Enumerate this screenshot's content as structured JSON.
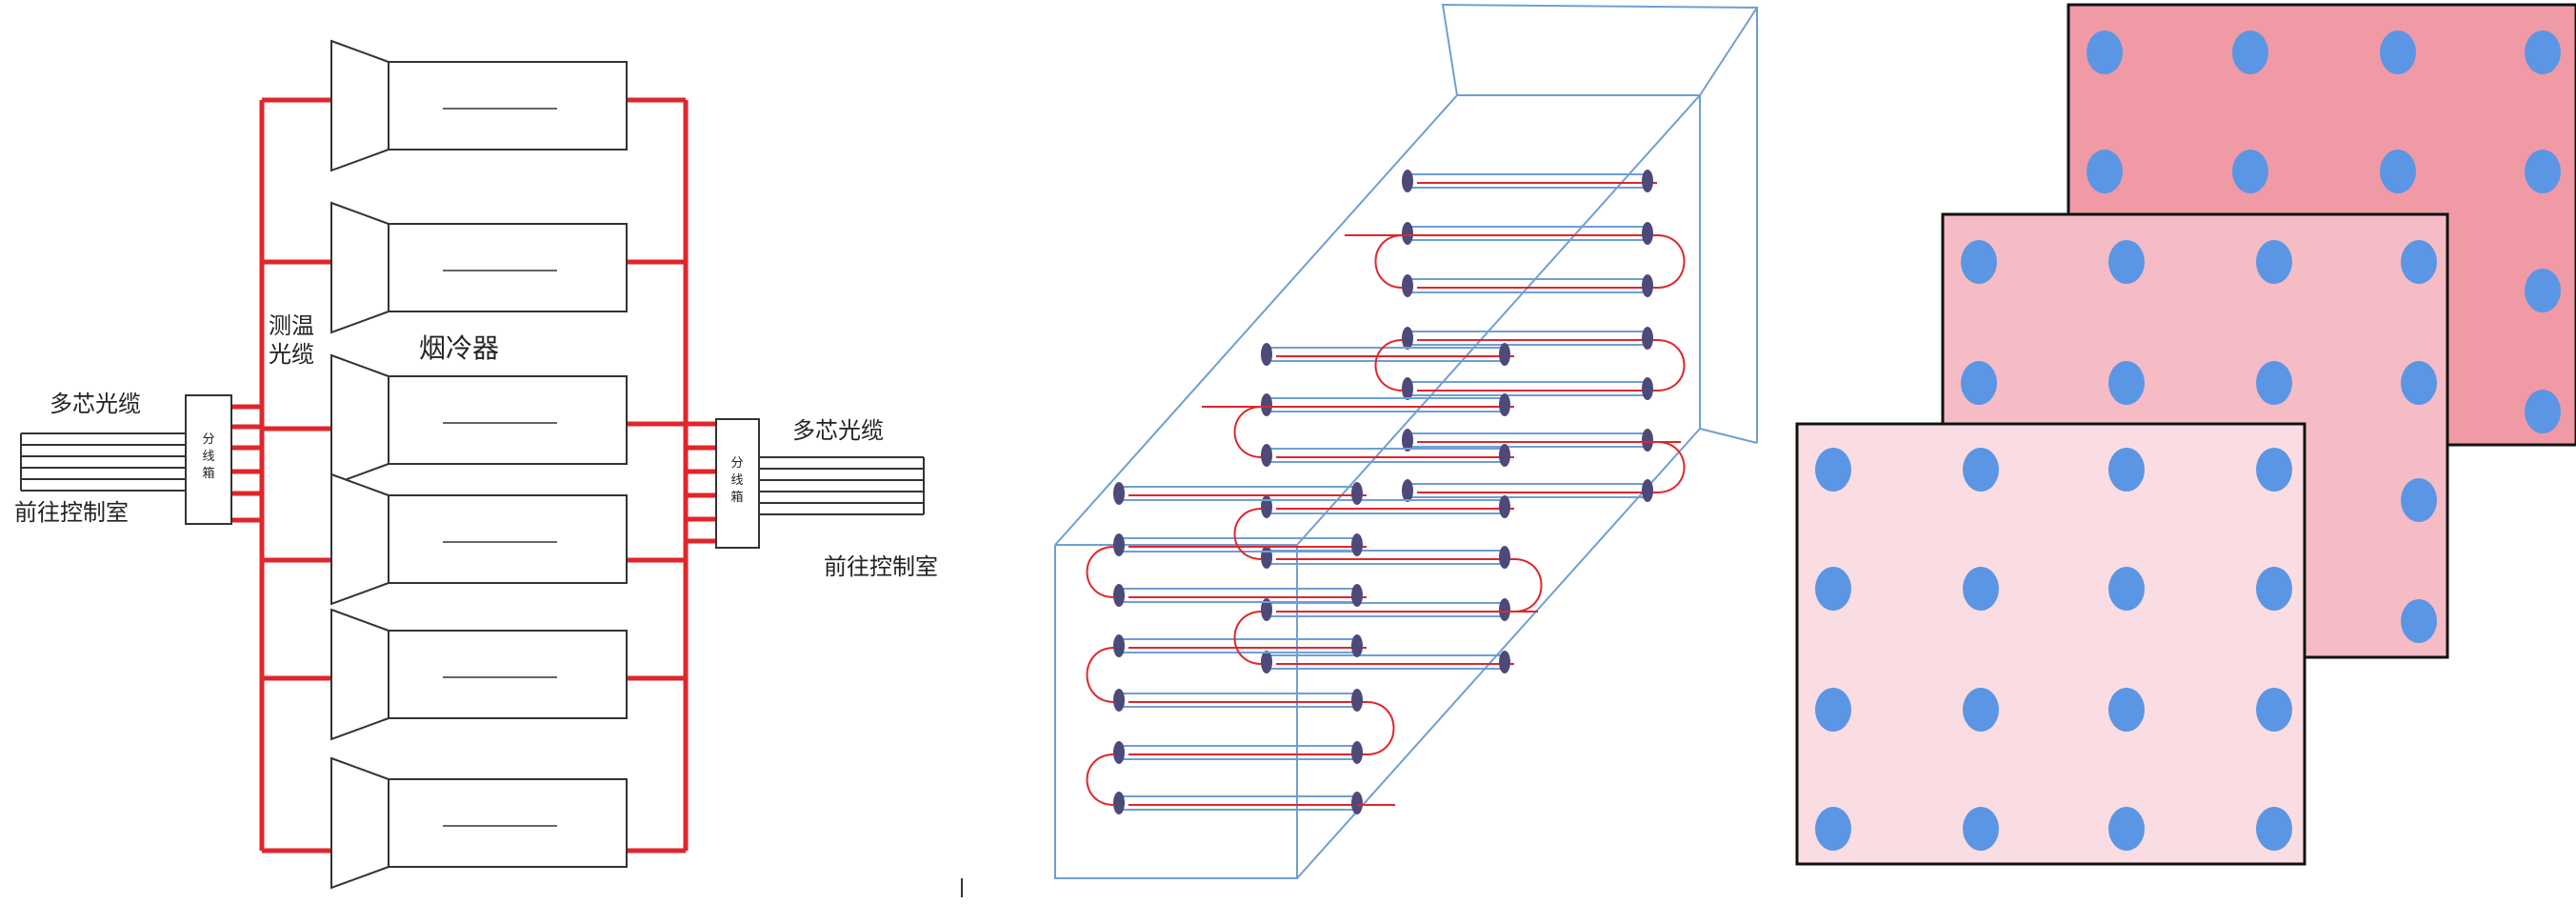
{
  "diagram": {
    "labels": {
      "multi_core_cable_left": "多芯光缆",
      "to_control_room_left": "前往控制室",
      "temp_cable_line1": "测温",
      "temp_cable_line2": "光缆",
      "flue_cooler": "烟冷器",
      "multi_core_cable_right": "多芯光缆",
      "to_control_room_right": "前往控制室",
      "junction_box_char1": "分",
      "junction_box_char2": "线",
      "junction_box_char3": "箱"
    },
    "colors": {
      "fiber_red": "#e0262b",
      "outline_dark": "#333333",
      "tube_blue": "#6f9fd3",
      "tube_end": "#4d4a7a",
      "plate_back": "#f09aa6",
      "plate_mid": "#f5bcc6",
      "plate_front": "#fadde2",
      "dot_blue": "#5b96e4"
    },
    "units": [
      "cooler-1",
      "cooler-2",
      "cooler-3",
      "cooler-4",
      "cooler-5",
      "cooler-6"
    ]
  }
}
